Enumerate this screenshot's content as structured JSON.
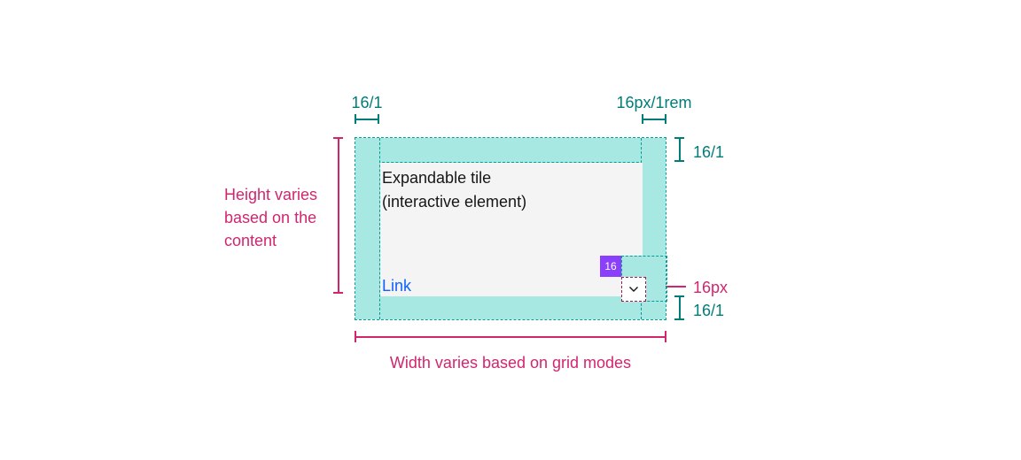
{
  "colors": {
    "teal_annotation": "#007d79",
    "teal_dashed_border": "#009d9a",
    "teal_fill": "#a7e8e3",
    "magenta_annotation": "#d02670",
    "purple_token": "#8a3ffc",
    "link_blue": "#0f62fe",
    "text_primary": "#161616",
    "tile_background": "#f4f4f4"
  },
  "tile": {
    "title": "Expandable tile\n(interactive element)",
    "link_label": "Link",
    "spacing_badge": "16"
  },
  "annotations": {
    "top_left_spacing": "16/1",
    "top_right_spacing": "16px/1rem",
    "right_top_spacing": "16/1",
    "right_bottom_spacing": "16/1",
    "chevron_size": "16px",
    "height_note": "Height varies based on the content",
    "width_note": "Width varies based on grid modes"
  }
}
